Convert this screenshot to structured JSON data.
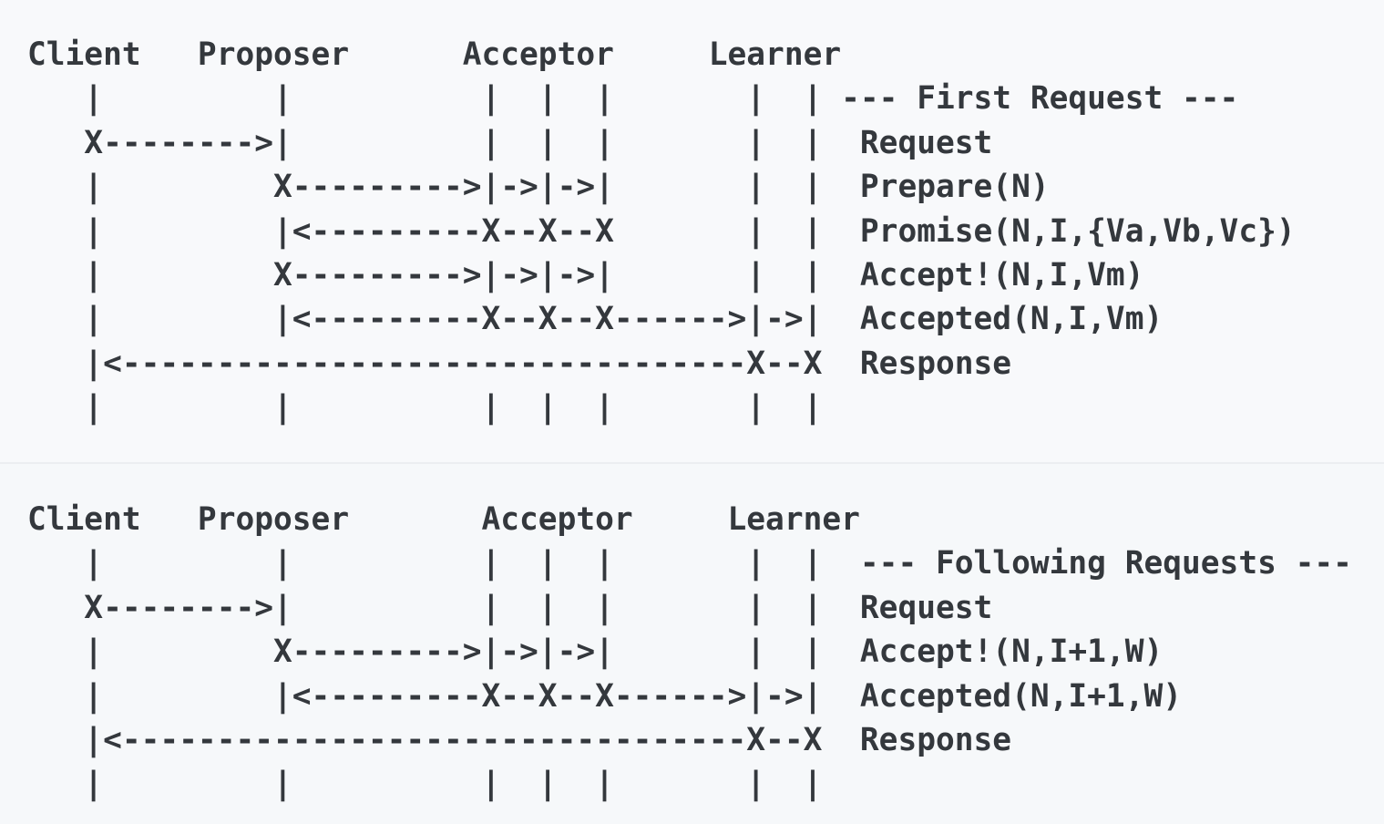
{
  "page": {
    "background_color": "#f6f8fa",
    "top_band_color": "#f8f9fb",
    "text_color": "#34383d",
    "divider_color": "#eceef1"
  },
  "diagrams": [
    {
      "id": "first-request",
      "section_title": "--- First Request ---",
      "participants": [
        "Client",
        "Proposer",
        "Acceptor",
        "Learner"
      ],
      "acceptor_count": 3,
      "learner_count": 2,
      "messages": [
        "Request",
        "Prepare(N)",
        "Promise(N,I,{Va,Vb,Vc})",
        "Accept!(N,I,Vm)",
        "Accepted(N,I,Vm)",
        "Response"
      ],
      "ascii": [
        "Client   Proposer      Acceptor     Learner",
        "   |         |          |  |  |       |  | --- First Request ---",
        "   X-------->|          |  |  |       |  |  Request",
        "   |         X--------->|->|->|       |  |  Prepare(N)",
        "   |         |<---------X--X--X       |  |  Promise(N,I,{Va,Vb,Vc})",
        "   |         X--------->|->|->|       |  |  Accept!(N,I,Vm)",
        "   |         |<---------X--X--X------>|->|  Accepted(N,I,Vm)",
        "   |<---------------------------------X--X  Response",
        "   |         |          |  |  |       |  |"
      ]
    },
    {
      "id": "following-requests",
      "section_title": "--- Following Requests ---",
      "participants": [
        "Client",
        "Proposer",
        "Acceptor",
        "Learner"
      ],
      "acceptor_count": 3,
      "learner_count": 2,
      "messages": [
        "Request",
        "Accept!(N,I+1,W)",
        "Accepted(N,I+1,W)",
        "Response"
      ],
      "ascii": [
        "Client   Proposer       Acceptor     Learner",
        "   |         |          |  |  |       |  |  --- Following Requests ---",
        "   X-------->|          |  |  |       |  |  Request",
        "   |         X--------->|->|->|       |  |  Accept!(N,I+1,W)",
        "   |         |<---------X--X--X------>|->|  Accepted(N,I+1,W)",
        "   |<---------------------------------X--X  Response",
        "   |         |          |  |  |       |  |"
      ]
    }
  ]
}
